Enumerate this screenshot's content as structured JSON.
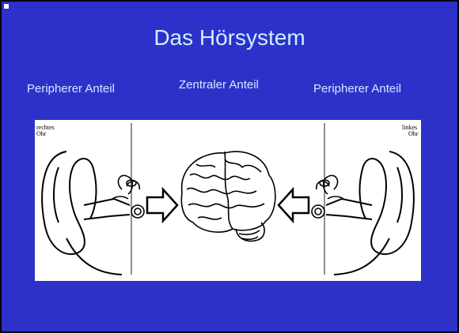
{
  "slide": {
    "title": "Das Hörsystem",
    "labels": {
      "left": "Peripherer Anteil",
      "center": "Zentraler Anteil",
      "right": "Peripherer Anteil"
    }
  },
  "figure": {
    "right_ear_label": [
      "rechtes",
      "Ohr"
    ],
    "left_ear_label": [
      "linkes",
      "Ohr"
    ]
  },
  "colors": {
    "background": "#2e31c9",
    "text": "#ccefff"
  }
}
